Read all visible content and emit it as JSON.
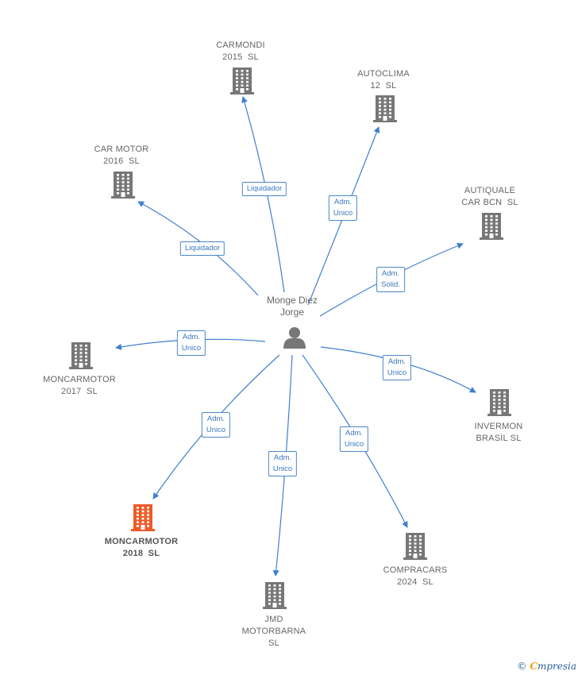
{
  "colors": {
    "edge": "#3f7fcf",
    "node": "#777777",
    "highlight": "#f05a28",
    "person": "#777777"
  },
  "center": {
    "name_lines": [
      "Monge Diez",
      "Jorge"
    ],
    "icon": "person-icon"
  },
  "companies": [
    {
      "id": "carmondi",
      "lines": [
        "CARMONDI",
        "2015  SL"
      ],
      "role_lines": [
        "Liquidador"
      ],
      "highlight": false
    },
    {
      "id": "autoclima",
      "lines": [
        "AUTOCLIMA",
        "12  SL"
      ],
      "role_lines": [
        "Adm.",
        "Unico"
      ],
      "highlight": false
    },
    {
      "id": "car-motor",
      "lines": [
        "CAR MOTOR",
        "2016  SL"
      ],
      "role_lines": [
        "Liquidador"
      ],
      "highlight": false
    },
    {
      "id": "autiquale",
      "lines": [
        "AUTIQUALE",
        "CAR BCN  SL"
      ],
      "role_lines": [
        "Adm.",
        "Solid."
      ],
      "highlight": false
    },
    {
      "id": "moncarmotor-2017",
      "lines": [
        "MONCARMOTOR",
        "2017  SL"
      ],
      "role_lines": [
        "Adm.",
        "Unico"
      ],
      "highlight": false
    },
    {
      "id": "invermon",
      "lines": [
        "INVERMON",
        "BRASIL SL"
      ],
      "role_lines": [
        "Adm.",
        "Unico"
      ],
      "highlight": false
    },
    {
      "id": "moncarmotor-2018",
      "lines": [
        "MONCARMOTOR",
        "2018  SL"
      ],
      "role_lines": [
        "Adm.",
        "Unico"
      ],
      "highlight": true
    },
    {
      "id": "jmd",
      "lines": [
        "JMD",
        "MOTORBARNA",
        "SL"
      ],
      "role_lines": [
        "Adm.",
        "Unico"
      ],
      "highlight": false
    },
    {
      "id": "compracars",
      "lines": [
        "COMPRACARS",
        "2024  SL"
      ],
      "role_lines": [
        "Adm.",
        "Unico"
      ],
      "highlight": false
    }
  ],
  "footer": {
    "copyright": "©",
    "brand_first": "C",
    "brand_rest": "mpresia"
  }
}
